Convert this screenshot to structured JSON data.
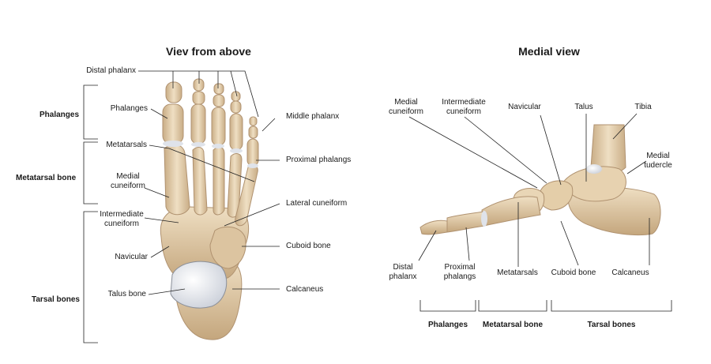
{
  "titles": {
    "above": "Viev from above",
    "medial": "Medial view"
  },
  "above": {
    "groups": {
      "phalanges": "Phalanges",
      "metatarsal": "Metatarsal bone",
      "tarsal": "Tarsal bones"
    },
    "labels": {
      "distal_phalanx": "Distal phalanx",
      "phalanges": "Phalanges",
      "metatarsals": "Metatarsals",
      "medial_cuneiform": "Medial\ncuneiform",
      "intermediate_cuneiform": "Intermediate\ncuneiform",
      "navicular": "Navicular",
      "talus_bone": "Talus bone",
      "middle_phalanx": "Middle phalanx",
      "proximal_phalangs": "Proximal phalangs",
      "lateral_cuneiform": "Lateral cuneiform",
      "cuboid_bone": "Cuboid bone",
      "calcaneus": "Calcaneus"
    }
  },
  "medial": {
    "labels": {
      "medial_cuneiform": "Medial\ncuneiform",
      "intermediate_cuneiform": "Intermediate\ncuneiform",
      "navicular": "Navicular",
      "talus": "Talus",
      "tibia": "Tibia",
      "medial_tudercle": "Medial\ntudercle",
      "distal_phalanx": "Distal\nphalanx",
      "proximal_phalangs": "Proximal\nphalangs",
      "metatarsals": "Metatarsals",
      "cuboid_bone": "Cuboid bone",
      "calcaneus": "Calcaneus"
    },
    "groups": {
      "phalanges": "Phalanges",
      "metatarsal": "Metatarsal bone",
      "tarsal": "Tarsal bones"
    }
  },
  "colors": {
    "bone": "#e8d5b5",
    "bone_shade": "#c9ad86",
    "cartilage": "#dfe3ea",
    "line": "#222222"
  }
}
